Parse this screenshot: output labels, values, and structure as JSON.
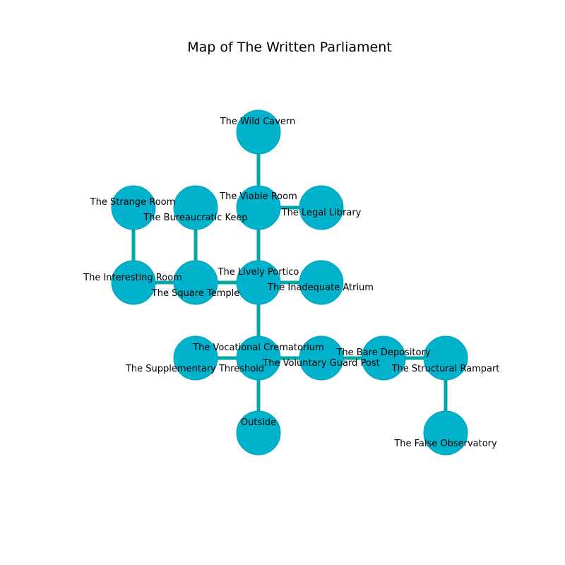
{
  "title": "Map of The Written Parliament",
  "colors": {
    "node_fill": "#00b2cc",
    "node_stroke": "#00a0b8",
    "edge": "#00a8a8",
    "text": "#000000",
    "background": "#ffffff"
  },
  "rooms": [
    {
      "id": "wild_cavern",
      "name": "The Wild Cavern"
    },
    {
      "id": "strange_room",
      "name": "The Strange Room"
    },
    {
      "id": "bureaucratic_keep",
      "name": "The Bureaucratic Keep"
    },
    {
      "id": "viable_room",
      "name": "The Viable Room"
    },
    {
      "id": "legal_library",
      "name": "The Legal Library"
    },
    {
      "id": "interesting_room",
      "name": "The Interesting Room"
    },
    {
      "id": "square_temple",
      "name": "The Square Temple"
    },
    {
      "id": "lively_portico",
      "name": "The Lively Portico"
    },
    {
      "id": "inadequate_atrium",
      "name": "The Inadequate Atrium"
    },
    {
      "id": "supplementary_threshold",
      "name": "The Supplementary Threshold"
    },
    {
      "id": "vocational_crematorium",
      "name": "The Vocational Crematorium"
    },
    {
      "id": "voluntary_guard_post",
      "name": "The Voluntary Guard Post"
    },
    {
      "id": "bare_depository",
      "name": "The Bare Depository"
    },
    {
      "id": "structural_rampart",
      "name": "The Structural Rampart"
    },
    {
      "id": "outside",
      "name": "Outside"
    },
    {
      "id": "false_observatory",
      "name": "The False Observatory"
    }
  ],
  "connections": [
    [
      "wild_cavern",
      "viable_room"
    ],
    [
      "viable_room",
      "legal_library"
    ],
    [
      "viable_room",
      "lively_portico"
    ],
    [
      "strange_room",
      "interesting_room"
    ],
    [
      "bureaucratic_keep",
      "square_temple"
    ],
    [
      "interesting_room",
      "square_temple"
    ],
    [
      "square_temple",
      "lively_portico"
    ],
    [
      "lively_portico",
      "inadequate_atrium"
    ],
    [
      "lively_portico",
      "vocational_crematorium"
    ],
    [
      "supplementary_threshold",
      "vocational_crematorium"
    ],
    [
      "vocational_crematorium",
      "voluntary_guard_post"
    ],
    [
      "vocational_crematorium",
      "outside"
    ],
    [
      "voluntary_guard_post",
      "bare_depository"
    ],
    [
      "bare_depository",
      "structural_rampart"
    ],
    [
      "structural_rampart",
      "false_observatory"
    ]
  ]
}
